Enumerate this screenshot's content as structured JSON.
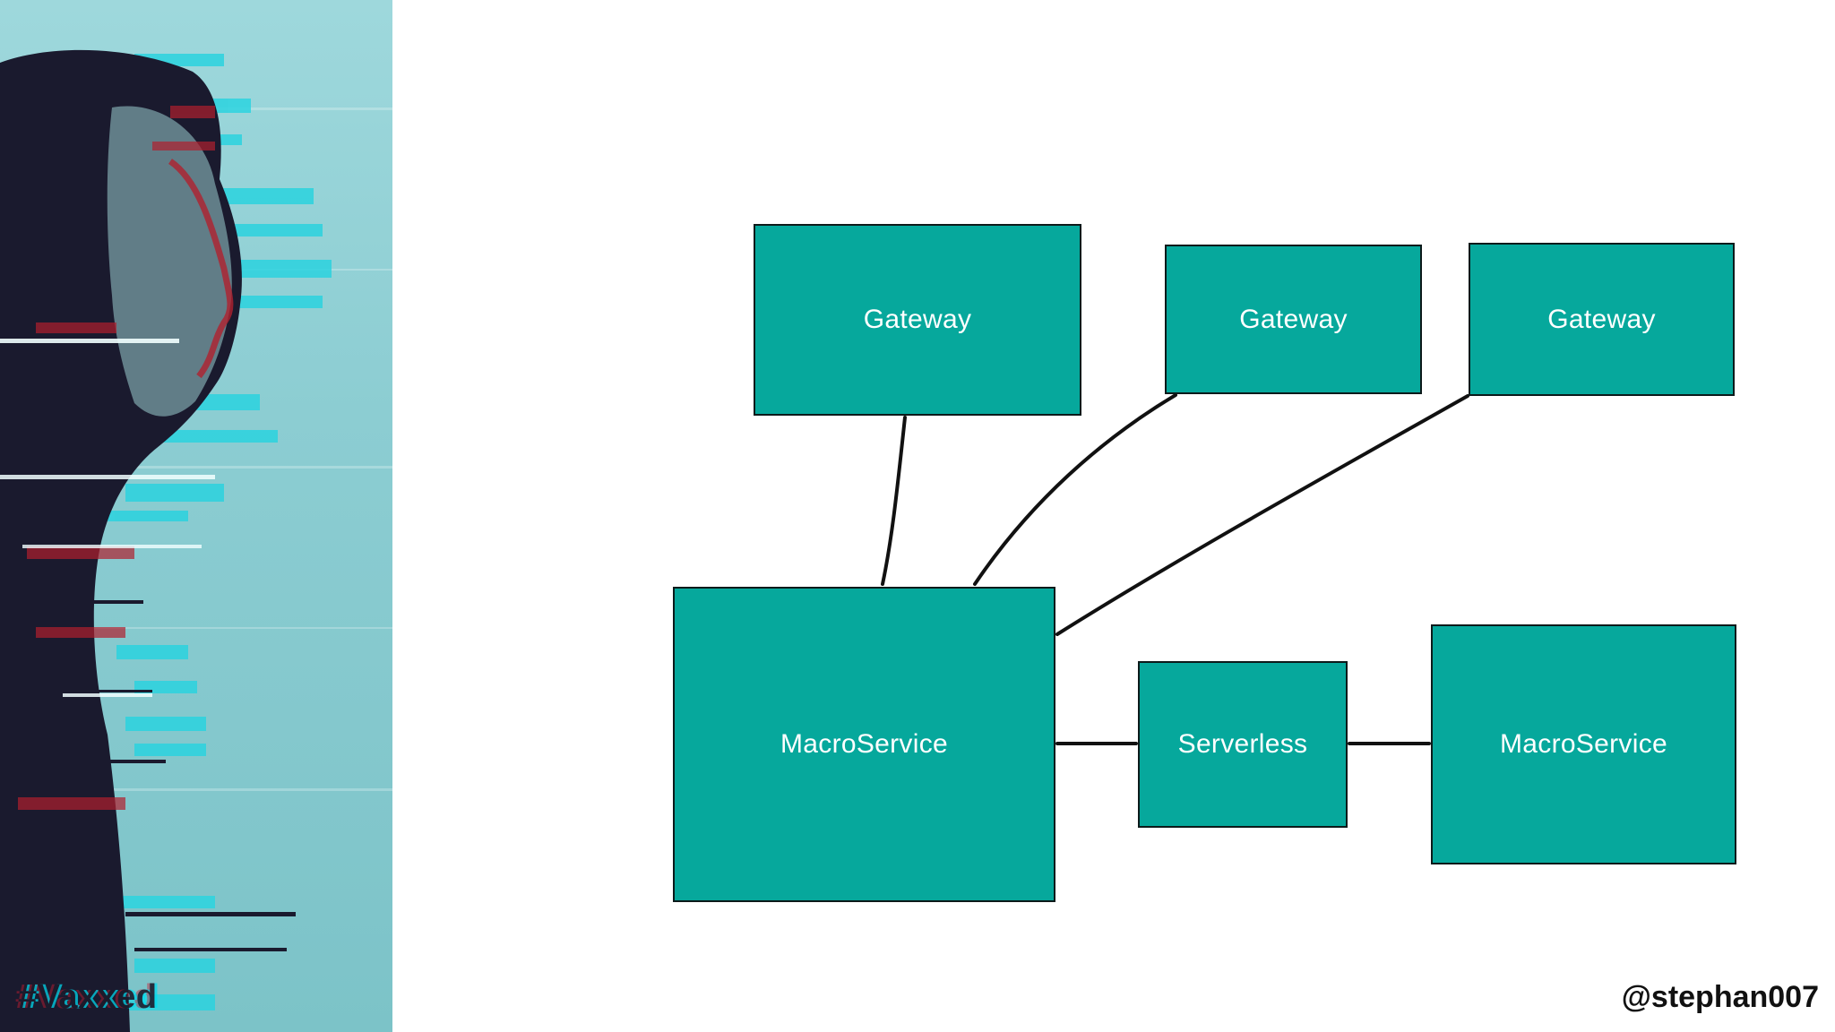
{
  "diagram": {
    "nodes": {
      "gateway_1": "Gateway",
      "gateway_2": "Gateway",
      "gateway_3": "Gateway",
      "macroservice_1": "MacroService",
      "serverless": "Serverless",
      "macroservice_2": "MacroService"
    },
    "edges": [
      [
        "gateway_1",
        "macroservice_1"
      ],
      [
        "gateway_2",
        "macroservice_1"
      ],
      [
        "gateway_3",
        "macroservice_1"
      ],
      [
        "macroservice_1",
        "serverless"
      ],
      [
        "serverless",
        "macroservice_2"
      ]
    ]
  },
  "image_panel": {
    "hashtag": "#Vaxxed"
  },
  "footer": {
    "handle": "@stephan007"
  },
  "colors": {
    "node_fill": "#06a89c",
    "node_border": "#0c1a1a",
    "node_text": "#ffffff",
    "connector": "#111111",
    "background": "#ffffff",
    "panel_cyan": "#2bd3df",
    "panel_dark": "#1a1a2e",
    "panel_red": "#b0202e"
  }
}
